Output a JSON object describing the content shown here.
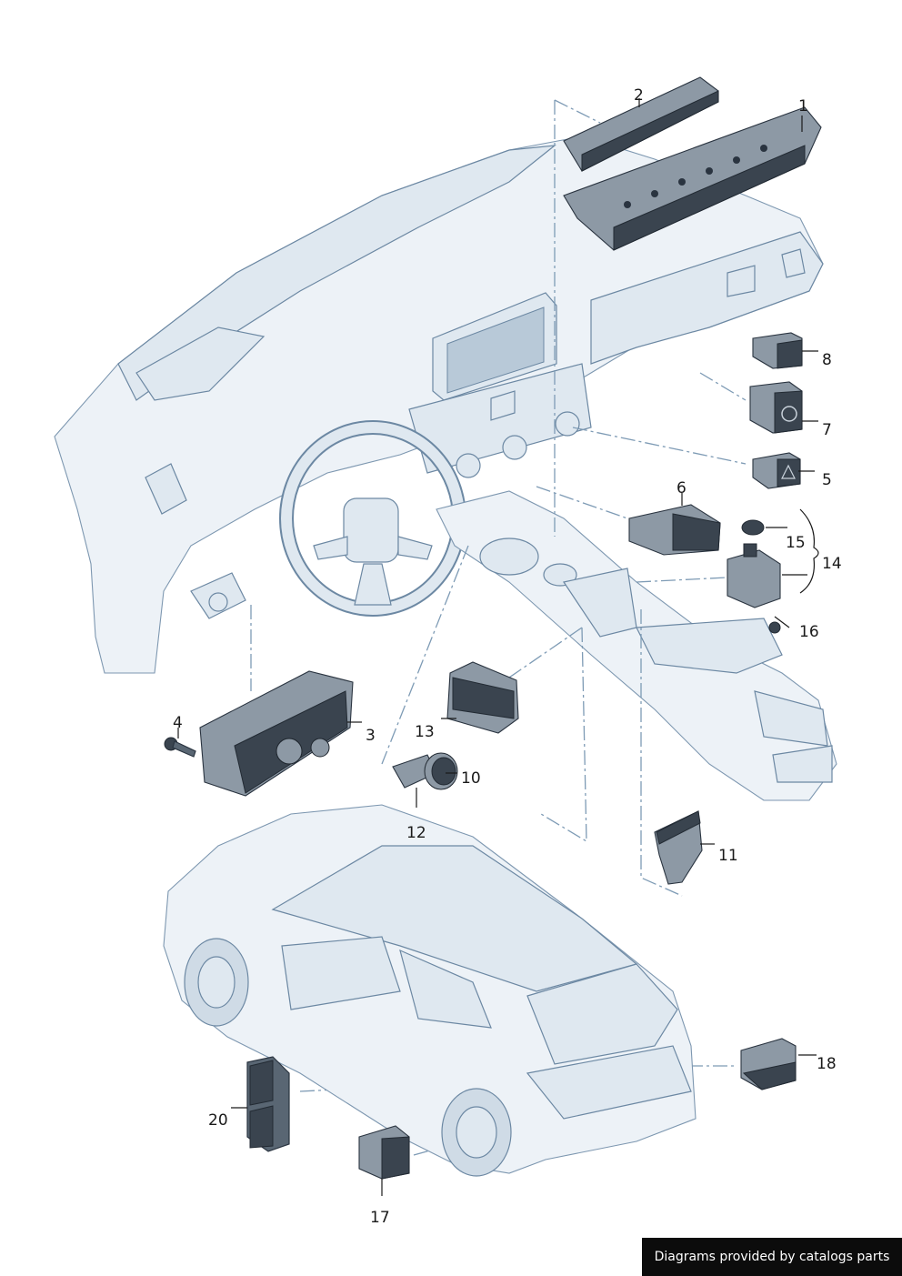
{
  "footer": {
    "credit": "Diagrams provided by catalogs parts"
  },
  "callouts": [
    {
      "id": "1",
      "label": "1"
    },
    {
      "id": "2",
      "label": "2"
    },
    {
      "id": "3",
      "label": "3"
    },
    {
      "id": "4",
      "label": "4"
    },
    {
      "id": "5",
      "label": "5"
    },
    {
      "id": "6",
      "label": "6"
    },
    {
      "id": "7",
      "label": "7"
    },
    {
      "id": "8",
      "label": "8"
    },
    {
      "id": "10",
      "label": "10"
    },
    {
      "id": "11",
      "label": "11"
    },
    {
      "id": "12",
      "label": "12"
    },
    {
      "id": "13",
      "label": "13"
    },
    {
      "id": "14",
      "label": "14"
    },
    {
      "id": "15",
      "label": "15"
    },
    {
      "id": "16",
      "label": "16"
    },
    {
      "id": "17",
      "label": "17"
    },
    {
      "id": "18",
      "label": "18"
    },
    {
      "id": "20",
      "label": "20"
    }
  ],
  "colors": {
    "dashboard_fill": "#dfe8f0",
    "dashboard_stroke": "#6c88a3",
    "part_dark": "#3a444f",
    "badge_background": "#0c0c0c",
    "badge_text": "#ffffff"
  }
}
